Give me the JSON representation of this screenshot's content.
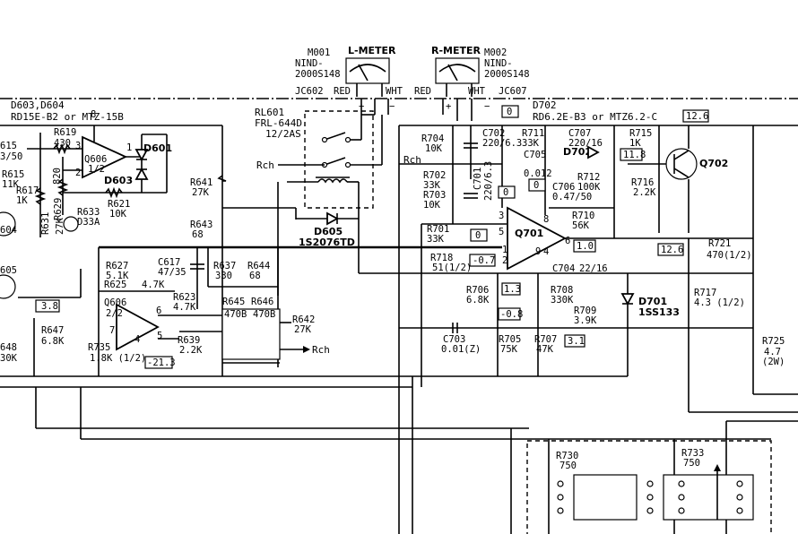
{
  "meters": {
    "left": {
      "title": "L-METER",
      "ref": "M001",
      "part": "NIND-",
      "part2": "2000S148",
      "jack": "JC602",
      "red": "RED",
      "wht": "WHT"
    },
    "right": {
      "title": "R-METER",
      "ref": "M002",
      "part": "NIND-",
      "part2": "2000S148",
      "jack": "JC607",
      "red": "RED",
      "wht": "WHT"
    }
  },
  "headers": {
    "d603": "D603,D604",
    "d603_part": "RD15E-B2 or MTZ-15B",
    "d702": "D702",
    "d702_part": "RD6.2E-B3 or MTZ6.2-C",
    "rl601": "RL601",
    "rl601_part": "FRL-644D",
    "rl601_rating": "12/2AS"
  },
  "labels": {
    "rch1": "Rch",
    "rch2": "Rch",
    "rch3": "Rch",
    "r615": "R615",
    "r615v": "11K",
    "c615": "615",
    "c615v": "3/50",
    "r617": "R617",
    "r617v": "1K",
    "r619": "R619",
    "r619v": "430",
    "r620": "820",
    "r629": "R629",
    "r631": "R631",
    "r631v": "27K",
    "r633": "R633",
    "r633v": "D33A",
    "q604": "604",
    "q605": "605",
    "q606a": "Q606",
    "q606a2": "1/2",
    "d601": "D601",
    "d603": "D603",
    "r621": "R621",
    "r621v": "10K",
    "r641": "R641",
    "r641v": "27K",
    "r643": "R643",
    "r643v": "68",
    "c617": "C617",
    "c617v": "47/35",
    "r637": "R637",
    "r637v": "330",
    "r644": "R644",
    "r644v": "68",
    "r627": "R627",
    "r627v": "5.1K",
    "r625": "R625",
    "r625v": "4.7K",
    "q606b": "Q606",
    "q606b2": "2/2",
    "r623": "R623",
    "r623v": "4.7K",
    "r645": "R645",
    "r646": "R646",
    "r645v": "470B",
    "r646v": "470B",
    "r639": "R639",
    "r639v": "2.2K",
    "r642": "R642",
    "r642v": "27K",
    "r735": "R735",
    "r735v": "1.8K (1/2)",
    "r647": "R647",
    "r647v": "6.8K",
    "r648": "648",
    "r648v": "30K",
    "v38": "3.8",
    "v213": "-21.3",
    "d605": "D605",
    "d605_part": "1S2076TD",
    "r704": "R704",
    "r704v": "10K",
    "r702": "R702",
    "r702v": "33K",
    "r703": "R703",
    "r703v": "10K",
    "r701": "R701",
    "r701v": "33K",
    "c702": "C702",
    "c702v": "220/6.3",
    "c701": "C701",
    "c701v": "220/6.3",
    "r711": "R711",
    "r711v": "33K",
    "c705": "C705",
    "c705v": "0.012",
    "c707": "C707",
    "c707v": "220/16",
    "d702b": "D702",
    "r712": "R712",
    "r712v": "100K",
    "c706": "C706",
    "c706v": "0.47/50",
    "r710": "R710",
    "r710v": "56K",
    "q701": "Q701",
    "r718": "R718",
    "r718v": "51(1/2)",
    "c704": "C704",
    "c704v": "22/16",
    "r706": "R706",
    "r706v": "6.8K",
    "r708": "R708",
    "r708v": "330K",
    "r709": "R709",
    "r709v": "3.9K",
    "c703": "C703",
    "c703v": "0.01(Z)",
    "r705": "R705",
    "r705v": "75K",
    "r707": "R707",
    "r707v": "47K",
    "r715": "R715",
    "r715v": "1K",
    "r716": "R716",
    "r716v": "2.2K",
    "q702": "Q702",
    "r721": "R721",
    "r721v": "470(1/2)",
    "d701": "D701",
    "d701_part": "1SS133",
    "r717": "R717",
    "r717v": "4.3 (1/2)",
    "r725": "R725",
    "r725v": "4.7",
    "r725w": "(2W)",
    "r730": "R730",
    "r730v": "750",
    "r733": "R733",
    "r733v": "750"
  },
  "voltages": {
    "v0a": "0",
    "v0b": "0",
    "v0c": "0",
    "v0d": "0",
    "v126a": "12.6",
    "v118": "11.8",
    "v126b": "12.6",
    "v07": "-0.7",
    "v10": "1.0",
    "v13": "1.3",
    "v08": "-0.8",
    "v31": "3.1"
  },
  "pins": [
    "3",
    "2",
    "8",
    "1",
    "5",
    "6",
    "7",
    "4",
    "3",
    "2",
    "1",
    "4",
    "5",
    "8",
    "9",
    "6"
  ]
}
